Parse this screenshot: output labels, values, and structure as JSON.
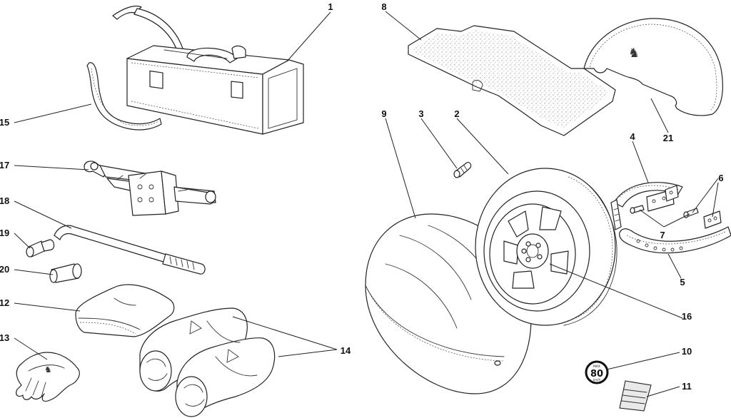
{
  "callouts": {
    "c1": "1",
    "c2": "2",
    "c3": "3",
    "c4": "4",
    "c5": "5",
    "c6": "6",
    "c7": "7",
    "c8": "8",
    "c9": "9",
    "c10": "10",
    "c11": "11",
    "c12": "12",
    "c13": "13",
    "c14": "14",
    "c15": "15",
    "c16": "16",
    "c17": "17",
    "c18": "18",
    "c19": "19",
    "c20": "20",
    "c21": "21"
  },
  "speed_label": {
    "number": "80",
    "top": "MAX",
    "bottom": "km/h"
  }
}
